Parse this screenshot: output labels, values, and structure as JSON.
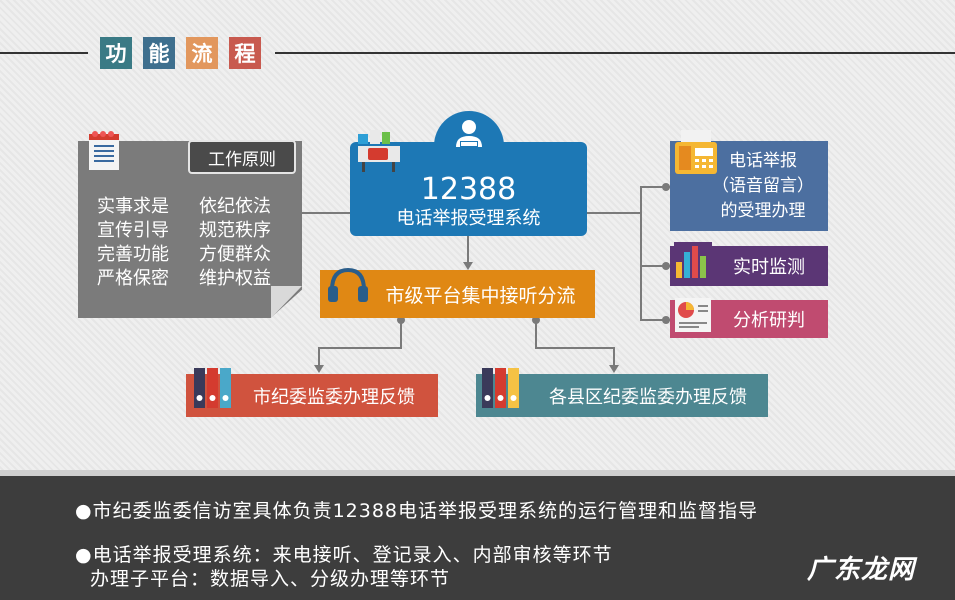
{
  "title": {
    "chars": [
      "功",
      "能",
      "流",
      "程"
    ],
    "colors": [
      "#3a7a85",
      "#3e6f8e",
      "#e2975d",
      "#c85a4f"
    ]
  },
  "center": {
    "number": "12388",
    "label": "电话举报受理系统",
    "color": "#1d78b5"
  },
  "principles": {
    "tag": "工作原则",
    "items": [
      [
        "实事求是",
        "依纪依法"
      ],
      [
        "宣传引导",
        "规范秩序"
      ],
      [
        "完善功能",
        "方便群众"
      ],
      [
        "严格保密",
        "维护权益"
      ]
    ]
  },
  "platform": {
    "label": "市级平台集中接听分流",
    "color": "#e08814"
  },
  "right_boxes": [
    {
      "label": "电话举报\n（语音留言）\n的受理办理",
      "color": "#4c6fa0",
      "icon": "fax-icon"
    },
    {
      "label": "实时监测",
      "color": "#5b3675",
      "icon": "bar-chart-icon"
    },
    {
      "label": "分析研判",
      "color": "#c04b70",
      "icon": "pie-chart-icon"
    }
  ],
  "feedback": [
    {
      "label": "市纪委监委办理反馈",
      "color": "#d0533e",
      "icon": "binders-icon"
    },
    {
      "label": "各县区纪委监委办理反馈",
      "color": "#4d8791",
      "icon": "binders-icon"
    }
  ],
  "bottom": {
    "line1": "●市纪委监委信访室具体负责12388电话举报受理系统的运行管理和监督指导",
    "line2": "●电话举报受理系统：来电接听、登记录入、内部审核等环节",
    "line3": "办理子平台：数据导入、分级办理等环节"
  },
  "watermark": "广东龙网"
}
